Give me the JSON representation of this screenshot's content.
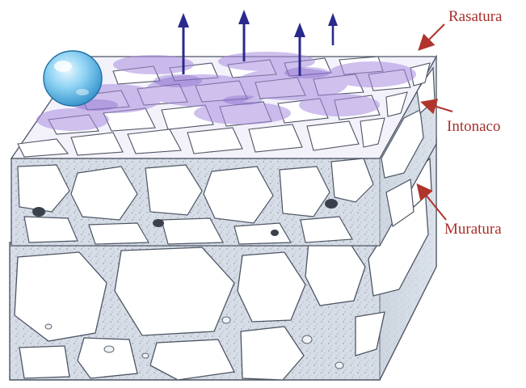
{
  "colors": {
    "label_text": "#a8302c",
    "label_arrow": "#b0342c",
    "vapor_arrow": "#2a2a8c",
    "rasatura_tint": "#a98de0",
    "stone_fill": "#ffffff",
    "stone_stroke": "#555a66",
    "mortar": "#d4dbe4",
    "droplet": "#5bb7e6"
  },
  "labels": {
    "rasatura": "Rasatura",
    "intonaco": "Intonaco",
    "muratura": "Muratura"
  },
  "icons": {
    "droplet": "water-droplet-icon",
    "vapor_arrows": "arrow-up-icon"
  }
}
